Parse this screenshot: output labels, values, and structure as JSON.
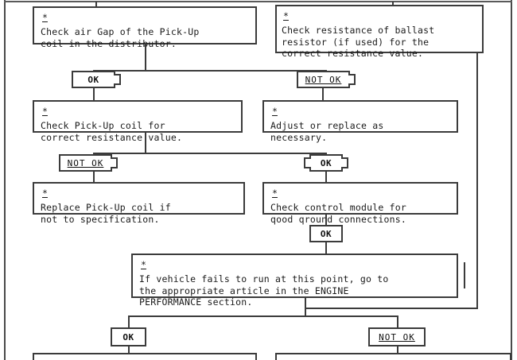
{
  "document": {
    "type": "troubleshooting-flowchart",
    "frame_color": "#4a4a4a",
    "line_color": "#3b3b3b",
    "text_color": "#1a1a1a",
    "background": "#ffffff"
  },
  "bullet": "*",
  "nodes": {
    "check_air_gap": {
      "line1": "Check air Gap of the Pick-Up",
      "line2": "coil in the distributor."
    },
    "check_ballast": {
      "line1": "Check resistance of ballast",
      "line2": "resistor (if used) for the",
      "line3": "correct resistance value."
    },
    "check_pickup_coil": {
      "line1": "Check Pick-Up coil for",
      "line2": "correct resistance value."
    },
    "adjust_replace": {
      "line1": "Adjust or replace as",
      "line2": "necessary."
    },
    "replace_pickup_coil": {
      "line1": "Replace Pick-Up coil if",
      "line2": "not to specification."
    },
    "check_control_module": {
      "line1": "Check control module for",
      "line2": "qood qround connections."
    },
    "engine_performance": {
      "line1": "If vehicle fails to run at this point, go to",
      "line2": "the appropriate article in the ENGINE",
      "line3": "PERFORMANCE section."
    }
  },
  "labels": {
    "ok": "OK",
    "not_ok": "NOT OK"
  },
  "branches": [
    {
      "id": "air-gap-ok",
      "label": "OK",
      "from": "check_air_gap",
      "to": "check_pickup_coil"
    },
    {
      "id": "ballast-not-ok",
      "label": "NOT OK",
      "from": "check_ballast",
      "to": "adjust_replace"
    },
    {
      "id": "pickup-coil-not-ok",
      "label": "NOT OK",
      "from": "check_pickup_coil",
      "to": "replace_pickup_coil"
    },
    {
      "id": "adjust-ok",
      "label": "OK",
      "from": "adjust_replace",
      "to": "check_control_module"
    },
    {
      "id": "control-module-ok",
      "label": "OK",
      "from": "check_control_module",
      "to": "engine_performance"
    },
    {
      "id": "bottom-left-ok",
      "label": "OK",
      "from": "engine_performance",
      "to": "next-left"
    },
    {
      "id": "bottom-right-not-ok",
      "label": "NOT OK",
      "from": "check_ballast",
      "to": "next-right"
    }
  ]
}
